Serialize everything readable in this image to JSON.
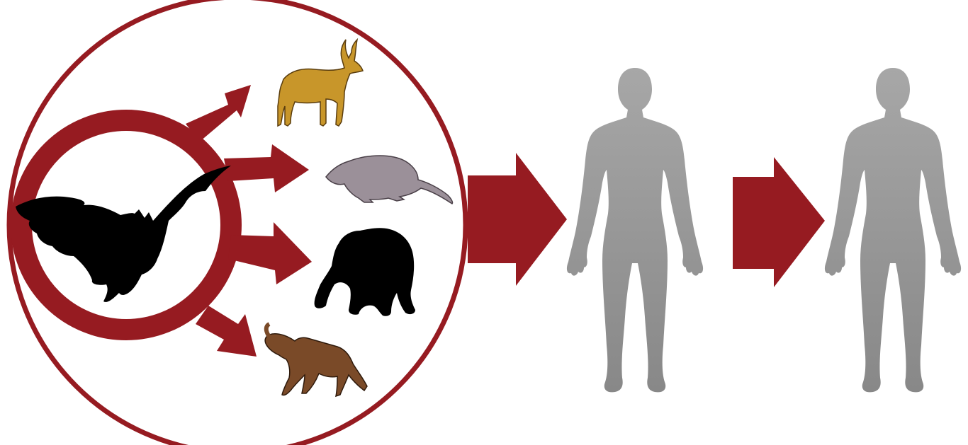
{
  "diagram": {
    "colors": {
      "background": "#ffffff",
      "accent": "#961b21",
      "bat": "#000000",
      "antelope": "#c8962a",
      "rodent": "#9b9099",
      "chimpanzee": "#000000",
      "monkey": "#7a4a28",
      "human_top": "#a7a7a7",
      "human_bottom": "#888888"
    },
    "reservoir": {
      "icon": "bat-icon"
    },
    "intermediate_hosts": [
      {
        "name": "antelope",
        "icon": "antelope-icon"
      },
      {
        "name": "rodent",
        "icon": "rodent-icon"
      },
      {
        "name": "chimpanzee",
        "icon": "chimpanzee-icon"
      },
      {
        "name": "monkey",
        "icon": "monkey-icon"
      }
    ],
    "human_hosts": [
      {
        "name": "first-human",
        "icon": "human-icon"
      },
      {
        "name": "second-human",
        "icon": "human-icon"
      }
    ],
    "transmission_steps": [
      {
        "from": "reservoir",
        "to": "antelope"
      },
      {
        "from": "reservoir",
        "to": "rodent"
      },
      {
        "from": "reservoir",
        "to": "chimpanzee"
      },
      {
        "from": "reservoir",
        "to": "monkey"
      },
      {
        "from": "animals",
        "to": "first-human"
      },
      {
        "from": "first-human",
        "to": "second-human"
      }
    ]
  }
}
